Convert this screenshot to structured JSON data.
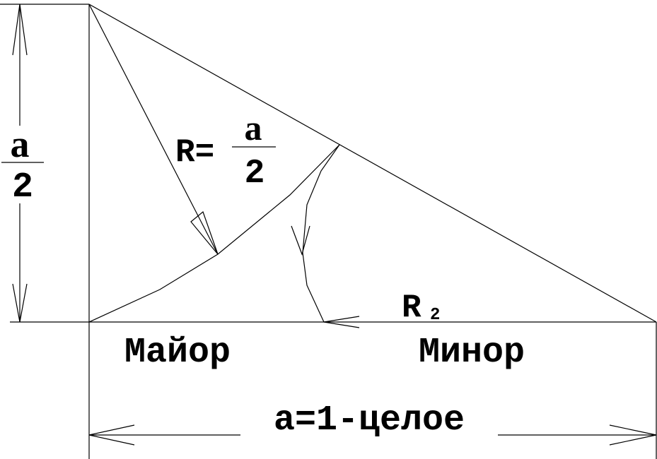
{
  "left_dimension": {
    "numerator": "a",
    "denominator": "2"
  },
  "radius_label": {
    "prefix": "R=",
    "numerator": "a",
    "denominator": "2"
  },
  "r2_label": {
    "letter": "R",
    "subscript": "2"
  },
  "major_label": "Майор",
  "minor_label": "Минор",
  "base_dimension_label": "a=1-целое"
}
